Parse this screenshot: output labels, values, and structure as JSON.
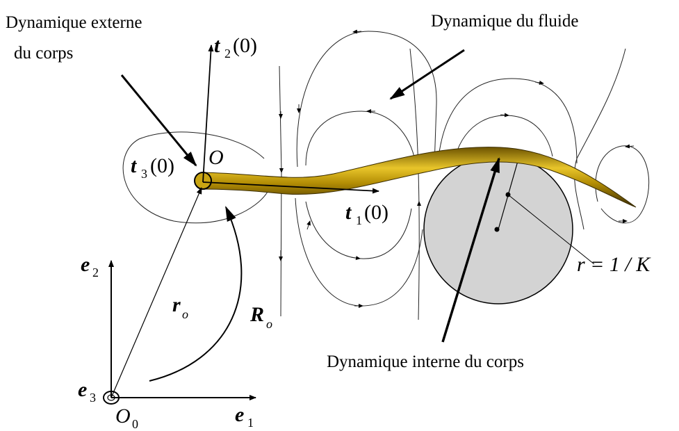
{
  "captions": {
    "external_line1": "Dynamique externe",
    "external_line2": "du corps",
    "fluid": "Dynamique du fluide",
    "internal": "Dynamique interne du corps"
  },
  "symbols": {
    "t2": "t",
    "t2_sub": "2",
    "t2_arg": "(0)",
    "t3": "t",
    "t3_sub": "3",
    "t3_arg": "(0)",
    "t1": "t",
    "t1_sub": "1",
    "t1_arg": "(0)",
    "origin_body": "O",
    "origin_fixed": "O",
    "origin_fixed_sub": "0",
    "e1": "e",
    "e1_sub": "1",
    "e2": "e",
    "e2_sub": "2",
    "e3": "e",
    "e3_sub": "3",
    "ro": "r",
    "ro_sub": "o",
    "Ro": "R",
    "Ro_sub": "o",
    "radius": "r = 1 / K"
  },
  "colors": {
    "body_fill": "#c9a512",
    "body_dark": "#5a4500",
    "disc_fill": "#d3d3d3",
    "line": "#000000"
  }
}
